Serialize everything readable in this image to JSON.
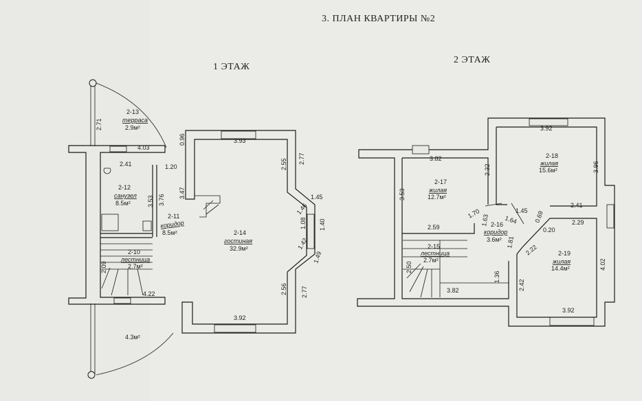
{
  "title": "3. ПЛАН КВАРТИРЫ №2",
  "floors": [
    {
      "label": "1  ЭТАЖ"
    },
    {
      "label": "2  ЭТАЖ"
    }
  ],
  "rooms": {
    "r213": {
      "id": "2-13",
      "name": "терраса",
      "area": "2.9м²"
    },
    "r212": {
      "id": "2-12",
      "name": "санузел",
      "area": "8.5м²"
    },
    "r211": {
      "id": "2-11",
      "name": "коридор",
      "area": "8.5м²"
    },
    "r210": {
      "id": "2-10",
      "name": "лестница",
      "area": "2.7м²"
    },
    "r214": {
      "id": "2-14",
      "name": "гостиная",
      "area": "32.9м²"
    },
    "porch": {
      "area": "4.3м²"
    },
    "r217": {
      "id": "2-17",
      "name": "жилая",
      "area": "12.7м²"
    },
    "r218": {
      "id": "2-18",
      "name": "жилая",
      "area": "15.6м²"
    },
    "r216": {
      "id": "2-16",
      "name": "коридор",
      "area": "3.6м²"
    },
    "r215": {
      "id": "2-15",
      "name": "лестница",
      "area": "2.7м²"
    },
    "r219": {
      "id": "2-19",
      "name": "жилая",
      "area": "14.4м²"
    }
  },
  "dims": {
    "d1": "2.71",
    "d2": "0.96",
    "d3": "4.03",
    "d4": "2.41",
    "d5": "1.20",
    "d6": "3.53",
    "d7": "3.76",
    "d8": "3.47",
    "d9": "2.09",
    "d10": "4.22",
    "d11": "3.93",
    "d12": "2.55",
    "d13": "2.77",
    "d14": "1.45",
    "d15": "1.46",
    "d16": "1.08",
    "d17": "1.40",
    "d18": "1.42",
    "d19": "1.49",
    "d20": "2.56",
    "d21": "2.77",
    "d22": "3.92",
    "e1": "3.82",
    "e2": "2.32",
    "e3": "3.53",
    "e4": "3.92",
    "e5": "3.96",
    "e6": "1.70",
    "e7": "1.63",
    "e8": "1.64",
    "e9": "1.45",
    "e10": "0.69",
    "e11": "2.41",
    "e12": "2.29",
    "e13": "0.20",
    "e14": "1.81",
    "e15": "2.22",
    "e16": "2.59",
    "e17": "2.50",
    "e18": "1.36",
    "e19": "3.82",
    "e20": "2.42",
    "e21": "4.02",
    "e22": "3.92"
  }
}
